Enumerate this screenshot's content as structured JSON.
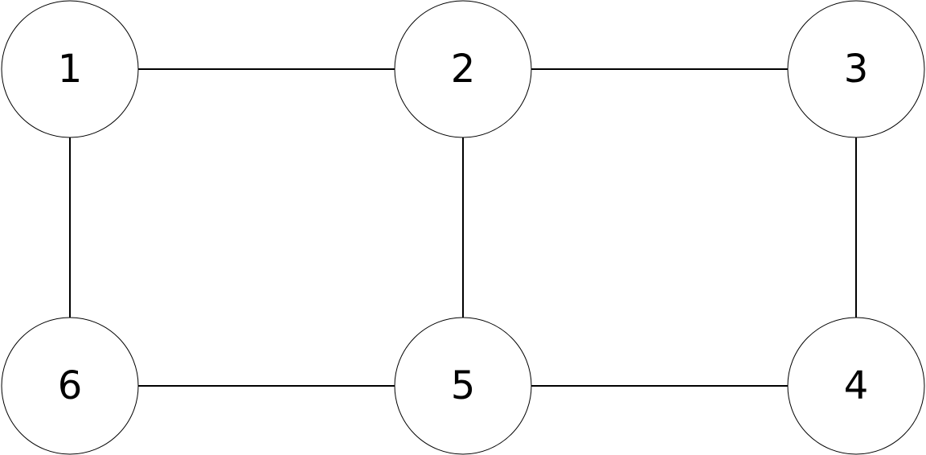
{
  "graph": {
    "nodes": [
      {
        "id": "1",
        "label": "1"
      },
      {
        "id": "2",
        "label": "2"
      },
      {
        "id": "3",
        "label": "3"
      },
      {
        "id": "4",
        "label": "4"
      },
      {
        "id": "5",
        "label": "5"
      },
      {
        "id": "6",
        "label": "6"
      }
    ],
    "edges": [
      {
        "from": "1",
        "to": "2"
      },
      {
        "from": "2",
        "to": "3"
      },
      {
        "from": "1",
        "to": "6"
      },
      {
        "from": "2",
        "to": "5"
      },
      {
        "from": "3",
        "to": "4"
      },
      {
        "from": "6",
        "to": "5"
      },
      {
        "from": "5",
        "to": "4"
      }
    ]
  }
}
